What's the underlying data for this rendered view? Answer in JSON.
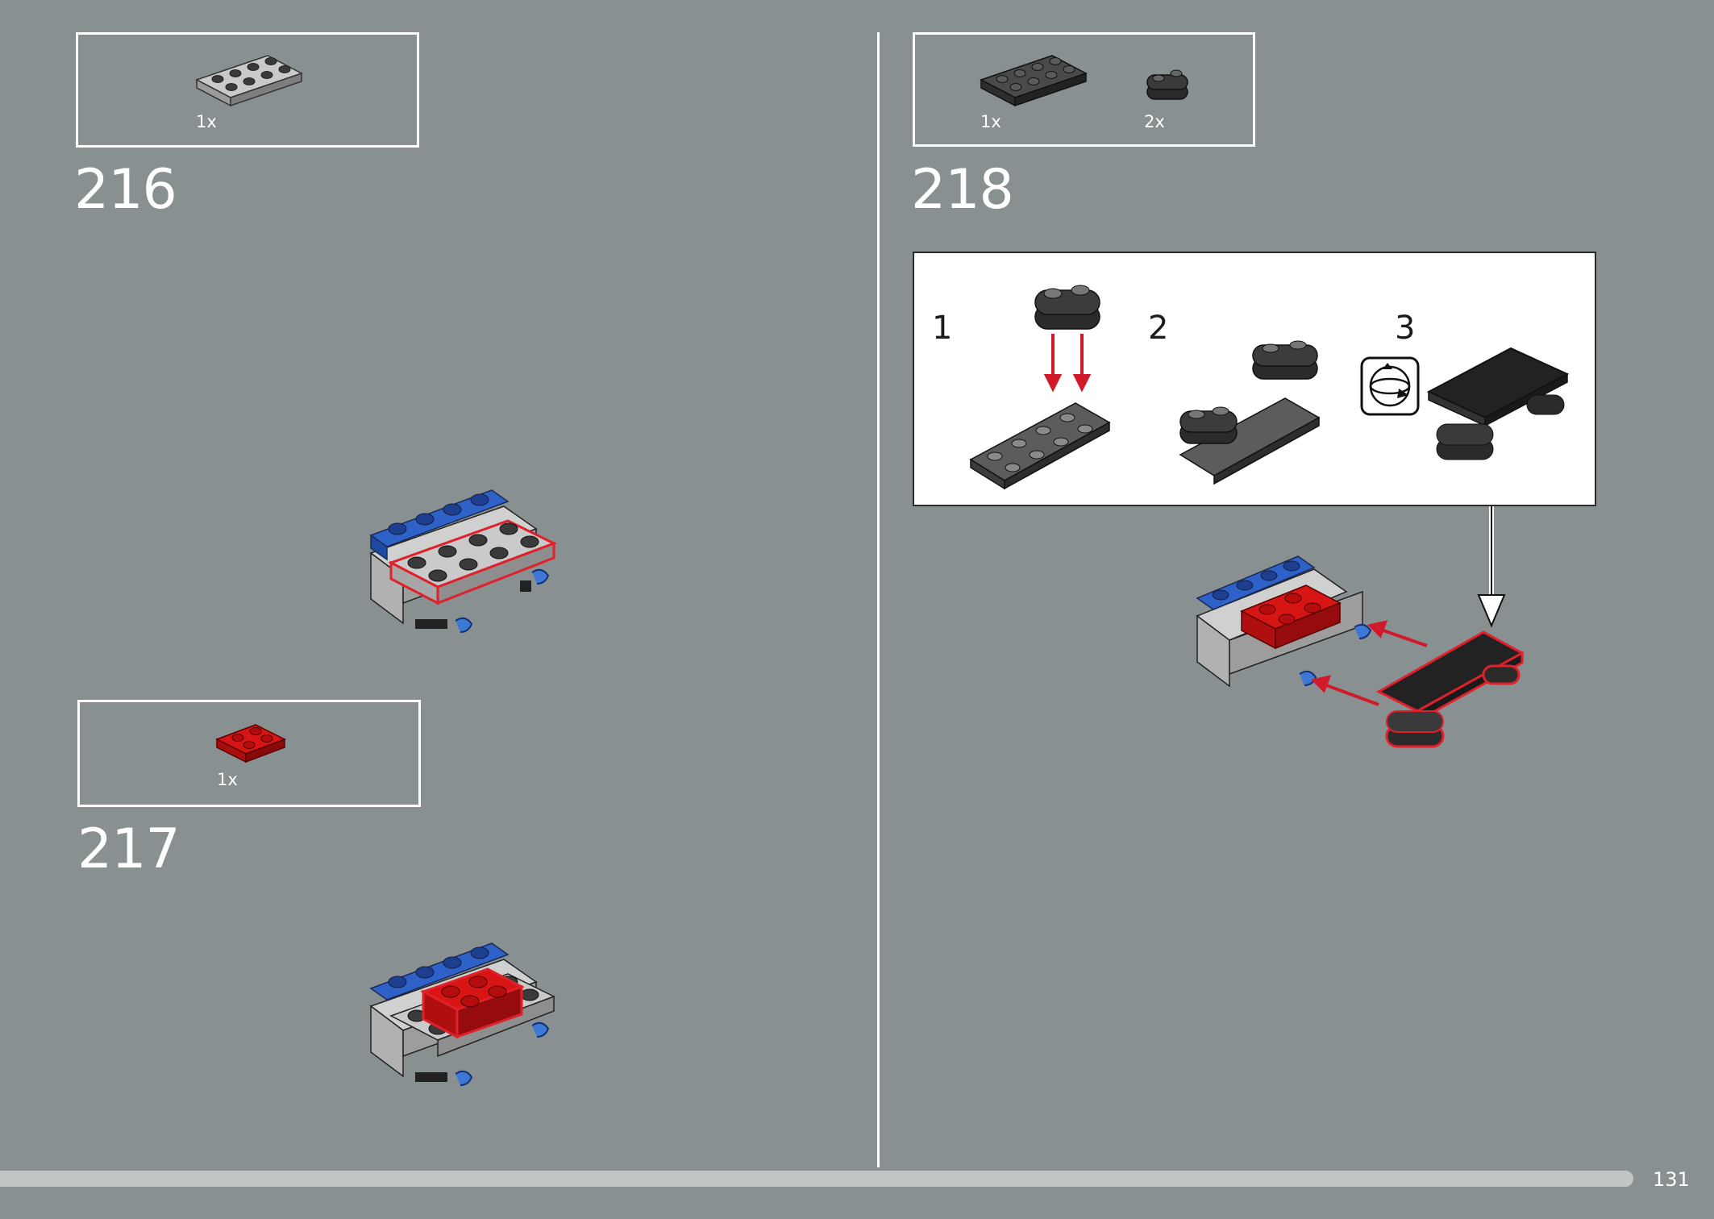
{
  "steps": [
    {
      "number": "216",
      "parts": [
        {
          "name": "light-gray-plate-2x4",
          "qty": "1x"
        }
      ]
    },
    {
      "number": "217",
      "parts": [
        {
          "name": "red-plate-2x2",
          "qty": "1x"
        }
      ]
    },
    {
      "number": "218",
      "parts": [
        {
          "name": "dark-gray-plate-2x4",
          "qty": "1x"
        },
        {
          "name": "dark-gray-plate-1x2-rounded",
          "qty": "2x"
        }
      ],
      "substeps": [
        "1",
        "2",
        "3"
      ]
    }
  ],
  "page": {
    "number": "131",
    "progress": 0.953
  },
  "colors": {
    "background": "#899091",
    "blue": "#2a5fc9",
    "red": "#d01212",
    "light_gray": "#b8b9b8",
    "dark_gray": "#3a3a3a",
    "highlight": "#e0202a"
  },
  "icons": [
    "rotate-model-icon",
    "arrow-down-icon"
  ]
}
